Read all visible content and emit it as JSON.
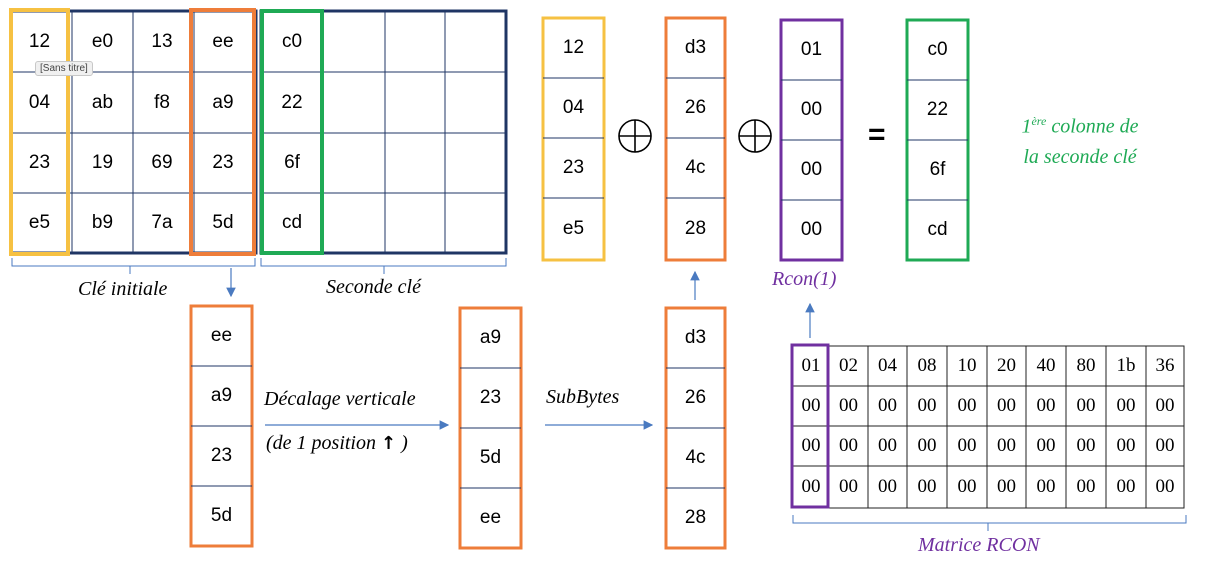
{
  "initial_key": {
    "rows": [
      [
        "12",
        "e0",
        "13",
        "ee"
      ],
      [
        "04",
        "ab",
        "f8",
        "a9"
      ],
      [
        "23",
        "19",
        "69",
        "23"
      ],
      [
        "e5",
        "b9",
        "7a",
        "5d"
      ]
    ],
    "label": "Clé initiale",
    "tooltip": "[Sans titre]"
  },
  "second_key": {
    "first_column": [
      "c0",
      "22",
      "6f",
      "cd"
    ],
    "label": "Seconde clé"
  },
  "col_first": [
    "12",
    "04",
    "23",
    "e5"
  ],
  "col_subbytes_result": [
    "d3",
    "26",
    "4c",
    "28"
  ],
  "col_rcon": [
    "01",
    "00",
    "00",
    "00"
  ],
  "col_result": [
    "c0",
    "22",
    "6f",
    "cd"
  ],
  "rcon_label": "Rcon(1)",
  "result_caption": {
    "sup": "ère",
    "line1_rest": " colonne de",
    "line1_prefix": "1",
    "line2": "la seconde clé"
  },
  "ops": {
    "xor1": "⊕",
    "xor2": "⊕",
    "equals": "="
  },
  "col_last": [
    "ee",
    "a9",
    "23",
    "5d"
  ],
  "shift_label_1": "Décalage verticale",
  "shift_label_2_prefix": "(de 1 position",
  "shift_label_2_arrow": "↑",
  "shift_label_2_suffix": " )",
  "col_shifted": [
    "a9",
    "23",
    "5d",
    "ee"
  ],
  "subbytes_label": "SubBytes",
  "col_subbytes": [
    "d3",
    "26",
    "4c",
    "28"
  ],
  "rcon_matrix": {
    "rows": [
      [
        "01",
        "02",
        "04",
        "08",
        "10",
        "20",
        "40",
        "80",
        "1b",
        "36"
      ],
      [
        "00",
        "00",
        "00",
        "00",
        "00",
        "00",
        "00",
        "00",
        "00",
        "00"
      ],
      [
        "00",
        "00",
        "00",
        "00",
        "00",
        "00",
        "00",
        "00",
        "00",
        "00"
      ],
      [
        "00",
        "00",
        "00",
        "00",
        "00",
        "00",
        "00",
        "00",
        "00",
        "00"
      ]
    ],
    "label": "Matrice RCON"
  },
  "colors": {
    "navy": "#1f3564",
    "yellow": "#f6c142",
    "orange": "#ee7d3a",
    "green": "#1faa55",
    "purple": "#7030a0",
    "arrow": "#4a7ac0",
    "grid": "#222222",
    "caption_green": "#1faa55"
  }
}
